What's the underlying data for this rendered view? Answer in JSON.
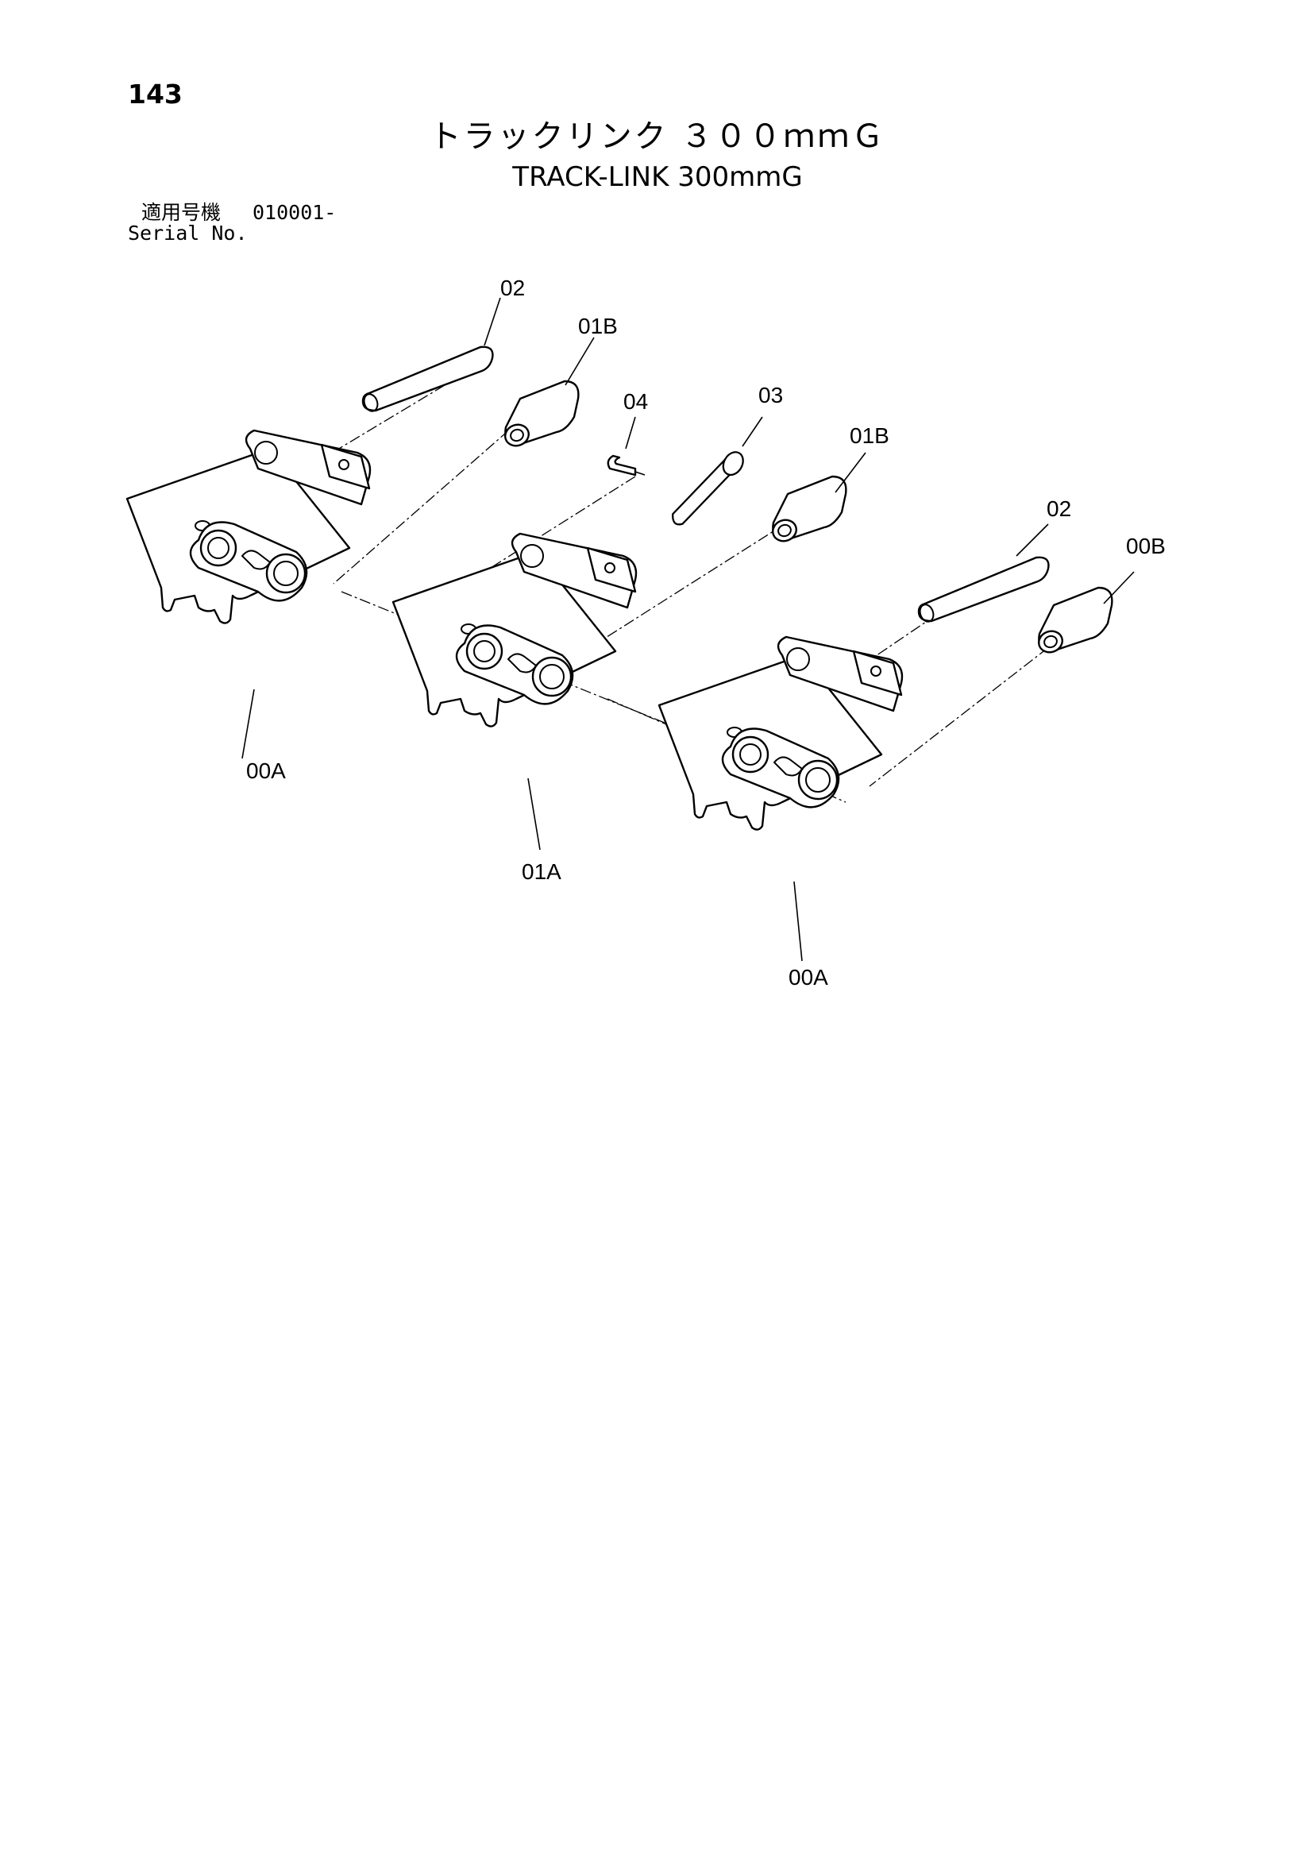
{
  "header": {
    "page_number": "143",
    "title_jp": "トラックリンク ３００ｍｍＧ",
    "title_en": "TRACK-LINK 300mmG",
    "serial_label_jp": "適用号機",
    "serial_range": "010001-",
    "serial_label_en": "Serial No."
  },
  "callouts": {
    "pin_left": "02",
    "bushing_left": "01B",
    "pin_master": "03",
    "split_pin": "04",
    "bushing_middle": "01B",
    "pin_right": "02",
    "bushing_right": "00B",
    "link_left": "00A",
    "link_middle": "01A",
    "link_right": "00A"
  }
}
